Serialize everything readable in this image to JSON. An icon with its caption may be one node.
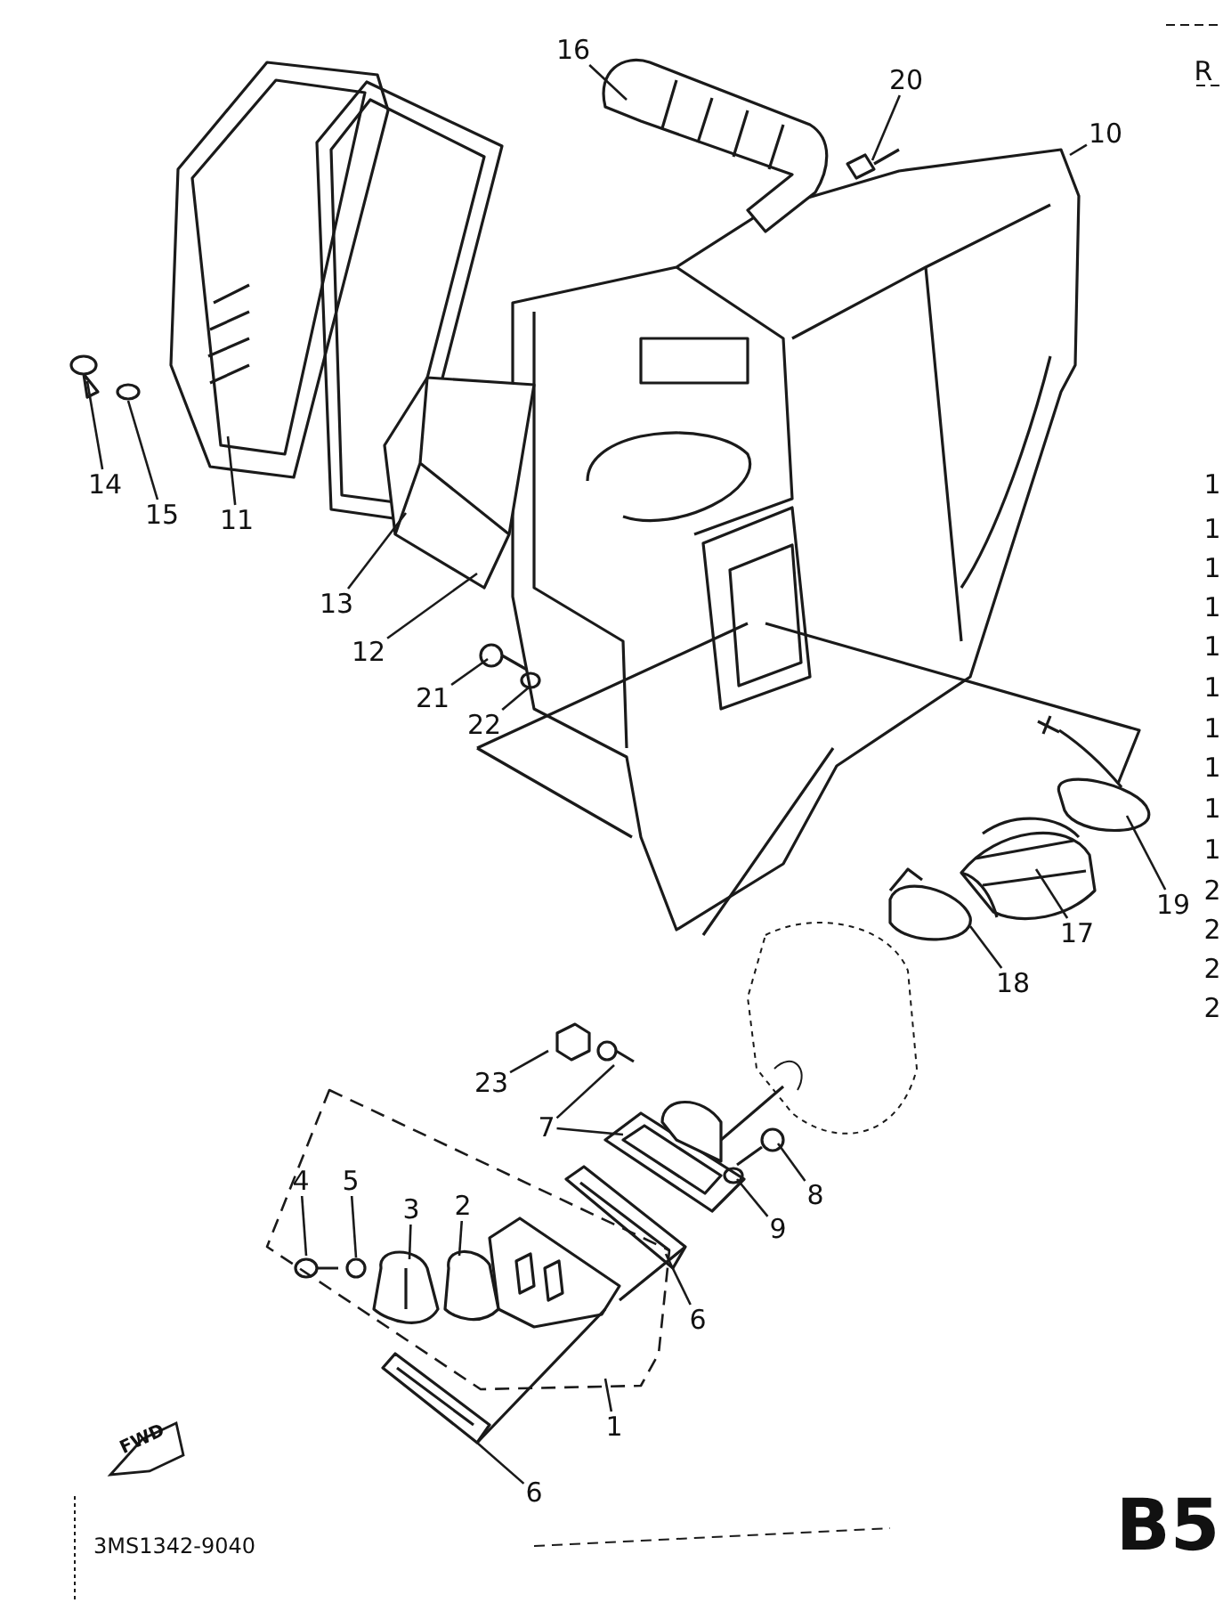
{
  "diagram": {
    "nodes": [
      {
        "text": [
          "16"
        ]
      },
      {
        "text": [
          "20"
        ]
      },
      {
        "text": [
          "10"
        ]
      },
      {
        "text": [
          "14"
        ]
      },
      {
        "text": [
          "15"
        ]
      },
      {
        "text": [
          "11"
        ]
      },
      {
        "text": [
          "13"
        ]
      },
      {
        "text": [
          "12"
        ]
      },
      {
        "text": [
          "21"
        ]
      },
      {
        "text": [
          "22"
        ]
      },
      {
        "text": [
          "19"
        ]
      },
      {
        "text": [
          "17"
        ]
      },
      {
        "text": [
          "18"
        ]
      },
      {
        "text": [
          "23"
        ]
      },
      {
        "text": [
          "7"
        ]
      },
      {
        "text": [
          "8"
        ]
      },
      {
        "text": [
          "4"
        ]
      },
      {
        "text": [
          "5"
        ]
      },
      {
        "text": [
          "3"
        ]
      },
      {
        "text": [
          "2"
        ]
      },
      {
        "text": [
          "9"
        ]
      },
      {
        "text": [
          "6"
        ]
      },
      {
        "text": [
          "1"
        ]
      },
      {
        "text": [
          "6"
        ]
      }
    ],
    "edges": [
      {
        "from": 0,
        "to": null,
        "arrow": "none"
      },
      {
        "from": 1,
        "to": null,
        "arrow": "none"
      },
      {
        "from": 2,
        "to": null,
        "arrow": "none"
      },
      {
        "from": 3,
        "to": null,
        "arrow": "none"
      },
      {
        "from": 4,
        "to": null,
        "arrow": "none"
      },
      {
        "from": 5,
        "to": null,
        "arrow": "none"
      },
      {
        "from": 6,
        "to": null,
        "arrow": "none"
      },
      {
        "from": 7,
        "to": null,
        "arrow": "none"
      },
      {
        "from": 8,
        "to": null,
        "arrow": "none"
      },
      {
        "from": 9,
        "to": null,
        "arrow": "none"
      },
      {
        "from": 10,
        "to": null,
        "arrow": "none"
      },
      {
        "from": 11,
        "to": null,
        "arrow": "none"
      },
      {
        "from": 12,
        "to": null,
        "arrow": "none"
      },
      {
        "from": 13,
        "to": null,
        "arrow": "none"
      },
      {
        "from": 14,
        "to": null,
        "arrow": "none"
      },
      {
        "from": 15,
        "to": null,
        "arrow": "none"
      },
      {
        "from": 16,
        "to": null,
        "arrow": "none"
      },
      {
        "from": 17,
        "to": null,
        "arrow": "none"
      },
      {
        "from": 18,
        "to": null,
        "arrow": "none"
      },
      {
        "from": 19,
        "to": null,
        "arrow": "none"
      },
      {
        "from": 20,
        "to": null,
        "arrow": "none"
      },
      {
        "from": 21,
        "to": null,
        "arrow": "none"
      },
      {
        "from": 22,
        "to": null,
        "arrow": "none"
      },
      {
        "from": 23,
        "to": null,
        "arrow": "none"
      },
      {
        "from": 14,
        "to": null,
        "arrow": "none"
      }
    ],
    "labels": [
      "R",
      "1",
      "1",
      "1",
      "1",
      "1",
      "1",
      "1",
      "1",
      "1",
      "1",
      "2",
      "2",
      "2",
      "2",
      "FWD",
      "3MS1342-9040",
      "B5"
    ]
  }
}
